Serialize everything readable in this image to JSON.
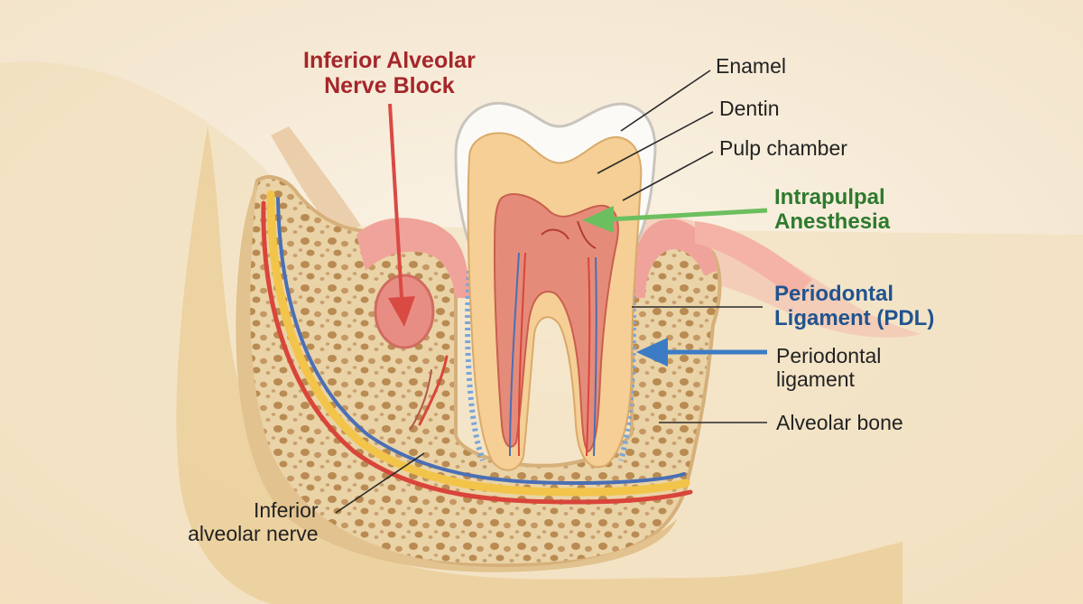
{
  "labels": {
    "injection_ian_block": [
      "Inferior Alveolar",
      "Nerve Block"
    ],
    "enamel": "Enamel",
    "dentin": "Dentin",
    "pulp_chamber": "Pulp chamber",
    "injection_intrapulpal": [
      "Intrapulpal",
      "Anesthesia"
    ],
    "injection_pdl": [
      "Periodontal",
      "Ligament (PDL)"
    ],
    "periodontal_ligament": [
      "Periodontal",
      "ligament"
    ],
    "alveolar_bone": "Alveolar bone",
    "inferior_alveolar_nerve": [
      "Inferior",
      "alveolar nerve"
    ]
  },
  "colors": {
    "background": "#f8efe0",
    "red_label": "#a5262a",
    "red_arrow": "#d94a43",
    "green_label": "#2e7a2e",
    "green_arrow": "#6cbf5f",
    "blue_label": "#21548f",
    "blue_arrow": "#3c7cc4",
    "bone": "#ead3a6",
    "enamel": "#fbfaf7",
    "dentin": "#f5cf95",
    "pulp": "#e58b7a",
    "gum": "#f0a39a",
    "nerve_yellow": "#f2c44a",
    "artery_red": "#d9453a",
    "vein_blue": "#4a6fb5"
  }
}
